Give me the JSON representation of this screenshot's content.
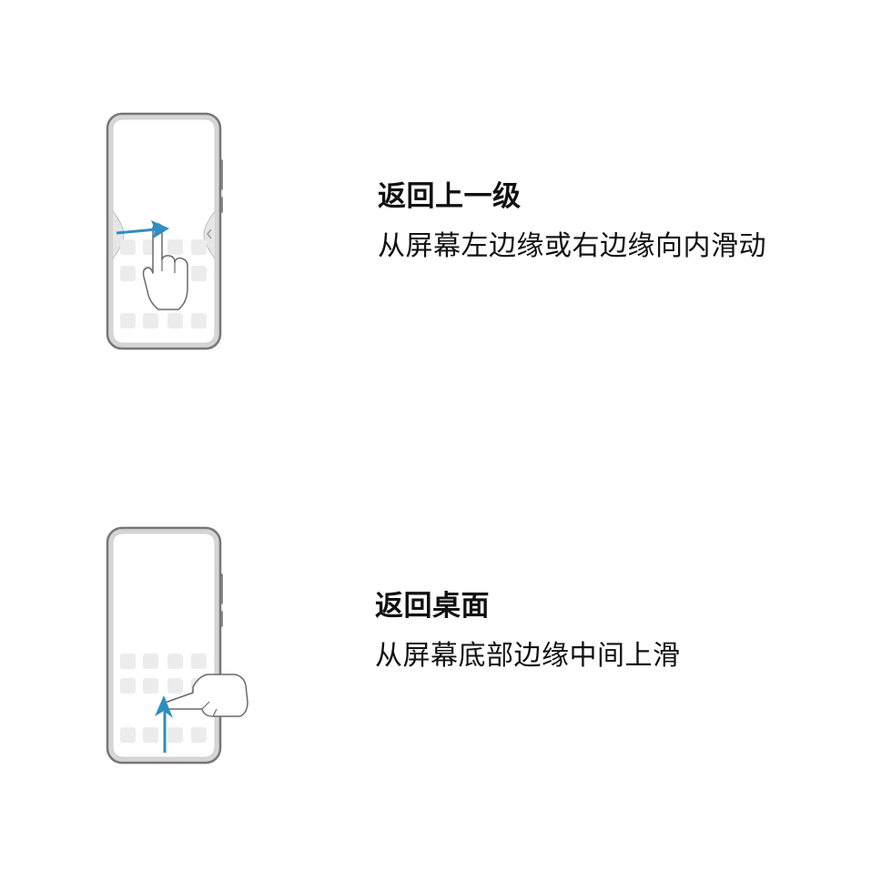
{
  "gestures": [
    {
      "title": "返回上一级",
      "description": "从屏幕左边缘或右边缘向内滑动",
      "icon": "phone-swipe-edge-inward-illustration"
    },
    {
      "title": "返回桌面",
      "description": "从屏幕底部边缘中间上滑",
      "icon": "phone-swipe-bottom-up-illustration"
    }
  ],
  "colors": {
    "phone_frame": "#7a7a7a",
    "phone_bezel": "#cfcfcf",
    "screen": "#ffffff",
    "app_icon": "#ececec",
    "arrow": "#2e8ec2",
    "text": "#111111"
  }
}
